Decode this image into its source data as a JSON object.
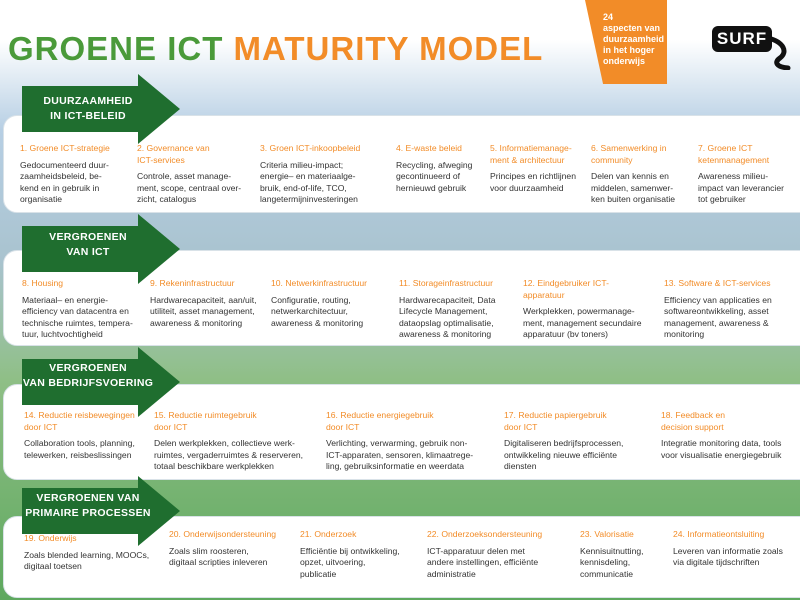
{
  "title": {
    "part1": "GROENE ICT",
    "part2": "MATURITY MODEL"
  },
  "corner_tag": {
    "lines": [
      "24",
      "aspecten van",
      "duurzaamheid",
      "in het hoger",
      "onderwijs"
    ]
  },
  "logo": {
    "text": "SURF"
  },
  "colors": {
    "green": "#4a9a3a",
    "orange": "#f28c28",
    "arrow_green": "#1f6e2f"
  },
  "sections": [
    {
      "label_lines": [
        "DUURZAAMHEID",
        "IN ICT-BELEID"
      ],
      "items": [
        {
          "title_lines": [
            "1. Groene ICT-strategie"
          ],
          "desc_lines": [
            "Gedocumenteerd duur-",
            "zaamheidsbeleid, be-",
            "kend en in gebruik in",
            "organisatie"
          ]
        },
        {
          "title_lines": [
            "2. Governance van",
            "ICT-services"
          ],
          "desc_lines": [
            "Controle, asset manage-",
            "ment, scope, centraal over-",
            "zicht, catalogus"
          ]
        },
        {
          "title_lines": [
            "3. Groen ICT-inkoopbeleid"
          ],
          "desc_lines": [
            "Criteria milieu-impact;",
            "energie– en materiaalge-",
            "bruik,  end-of-life, TCO,",
            "langetermijninvesteringen"
          ]
        },
        {
          "title_lines": [
            "4. E-waste beleid"
          ],
          "desc_lines": [
            "Recycling, afweging",
            "gecontinueerd of",
            "hernieuwd gebruik"
          ]
        },
        {
          "title_lines": [
            "5. Informatiemanage-",
            "ment & architectuur"
          ],
          "desc_lines": [
            "Principes en richtlijnen",
            "voor duurzaamheid"
          ]
        },
        {
          "title_lines": [
            "6. Samenwerking in",
            "community"
          ],
          "desc_lines": [
            "Delen van kennis en",
            "middelen, samenwer-",
            "ken buiten organisatie"
          ]
        },
        {
          "title_lines": [
            "7. Groene ICT",
            "ketenmanagement"
          ],
          "desc_lines": [
            "Awareness milieu-",
            "impact van leverancier",
            "tot gebruiker"
          ]
        }
      ]
    },
    {
      "label_lines": [
        "VERGROENEN",
        "VAN ICT"
      ],
      "items": [
        {
          "title_lines": [
            "8. Housing"
          ],
          "desc_lines": [
            "Materiaal– en energie-",
            "efficiency van datacentra en",
            "technische ruimtes, tempera-",
            "tuur, luchtvochtigheid"
          ]
        },
        {
          "title_lines": [
            "9. Rekeninfrastructuur"
          ],
          "desc_lines": [
            "Hardwarecapaciteit, aan/uit,",
            "utiliteit, asset management,",
            "awareness & monitoring"
          ]
        },
        {
          "title_lines": [
            "10. Netwerkinfrastructuur"
          ],
          "desc_lines": [
            "Configuratie, routing,",
            "netwerkarchitectuur,",
            "awareness & monitoring"
          ]
        },
        {
          "title_lines": [
            "11. Storageinfrastructuur"
          ],
          "desc_lines": [
            "Hardwarecapaciteit, Data",
            "Lifecycle Management,",
            "dataopslag optimalisatie,",
            "awareness & monitoring"
          ]
        },
        {
          "title_lines": [
            "12. Eindgebruiker ICT-",
            "apparatuur"
          ],
          "desc_lines": [
            "Werkplekken, powermanage-",
            "ment, management secundaire",
            "apparatuur (bv toners)"
          ]
        },
        {
          "title_lines": [
            "13. Software & ICT-services"
          ],
          "desc_lines": [
            "Efficiency van applicaties en",
            "softwareontwikkeling, asset",
            "management, awareness &",
            "monitoring"
          ]
        }
      ]
    },
    {
      "label_lines": [
        "VERGROENEN",
        "VAN BEDRIJFSVOERING"
      ],
      "items": [
        {
          "title_lines": [
            "14. Reductie reisbewegingen",
            "door ICT"
          ],
          "desc_lines": [
            "Collaboration tools, planning,",
            "telewerken, reisbeslissingen"
          ]
        },
        {
          "title_lines": [
            "15. Reductie ruimtegebruik",
            "door ICT"
          ],
          "desc_lines": [
            "Delen werkplekken, collectieve werk-",
            "ruimtes, vergaderruimtes & reserveren,",
            "totaal beschikbare werkplekken"
          ]
        },
        {
          "title_lines": [
            "16. Reductie energiegebruik",
            "door ICT"
          ],
          "desc_lines": [
            "Verlichting, verwarming, gebruik non-",
            "ICT-apparaten, sensoren, klimaatrege-",
            "ling, gebruiksinformatie en weerdata"
          ]
        },
        {
          "title_lines": [
            "17. Reductie papiergebruik",
            "door ICT"
          ],
          "desc_lines": [
            "Digitaliseren bedrijfsprocessen,",
            "ontwikkeling nieuwe efficiënte",
            "diensten"
          ]
        },
        {
          "title_lines": [
            "18. Feedback en",
            "decision support"
          ],
          "desc_lines": [
            "Integratie monitoring data, tools",
            "voor visualisatie energiegebruik"
          ]
        }
      ]
    },
    {
      "label_lines": [
        "VERGROENEN VAN",
        "PRIMAIRE PROCESSEN"
      ],
      "items": [
        {
          "title_lines": [
            "19. Onderwijs"
          ],
          "desc_lines": [
            "Zoals blended learning, MOOCs,",
            "digitaal toetsen"
          ]
        },
        {
          "title_lines": [
            "20. Onderwijsondersteuning"
          ],
          "desc_lines": [
            "Zoals slim roosteren,",
            "digitaal scripties inleveren"
          ]
        },
        {
          "title_lines": [
            "21. Onderzoek"
          ],
          "desc_lines": [
            "Efficiëntie bij ontwikkeling,",
            "opzet, uitvoering,",
            "publicatie"
          ]
        },
        {
          "title_lines": [
            "22. Onderzoeksondersteuning"
          ],
          "desc_lines": [
            "ICT-apparatuur delen met",
            "andere instellingen, efficiënte",
            "administratie"
          ]
        },
        {
          "title_lines": [
            "23. Valorisatie"
          ],
          "desc_lines": [
            "Kennisuitnutting,",
            "kennisdeling,",
            "communicatie"
          ]
        },
        {
          "title_lines": [
            "24. Informatieontsluiting"
          ],
          "desc_lines": [
            "Leveren van informatie zoals",
            "via digitale tijdschriften"
          ]
        }
      ]
    }
  ]
}
